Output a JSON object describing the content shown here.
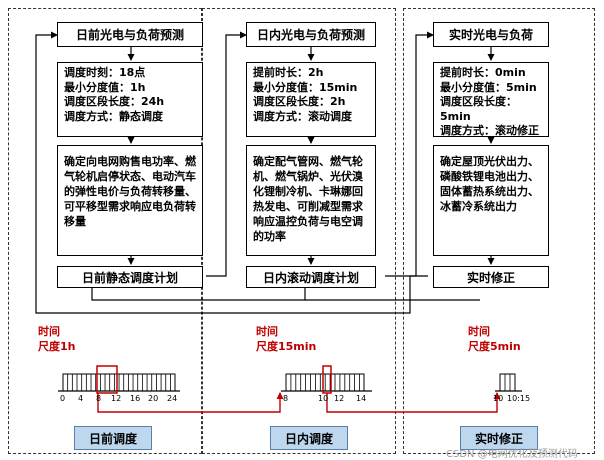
{
  "panels": [
    {
      "header": "日前光电与负荷预测",
      "params": [
        "调度时刻：18点",
        "最小分度值：1h",
        "调度区段长度：24h",
        "调度方式：静态调度"
      ],
      "desc": "确定向电网购售电功率、燃气轮机启停状态、电动汽车的弹性电价与负荷转移量、可平移型需求响应电负荷转移量",
      "plan": "日前静态调度计划",
      "time_label": [
        "时间",
        "尺度1h"
      ],
      "ticks": [
        "0",
        "4",
        "8",
        "12",
        "16",
        "20",
        "24"
      ],
      "footer": "日前调度"
    },
    {
      "header": "日内光电与负荷预测",
      "params": [
        "提前时长：2h",
        "最小分度值：15min",
        "调度区段长度：2h",
        "调度方式：滚动调度"
      ],
      "desc": "确定配气管网、燃气轮机、燃气锅炉、光伏溴化锂制冷机、卡琳娜回热发电、可削减型需求响应温控负荷与电空调的功率",
      "plan": "日内滚动调度计划",
      "time_label": [
        "时间",
        "尺度15min"
      ],
      "ticks": [
        "8",
        "10",
        "12",
        "14"
      ],
      "footer": "日内调度"
    },
    {
      "header": "实时光电与负荷",
      "params": [
        "提前时长：0min",
        "最小分度值：5min",
        "调度区段长度：5min",
        "调度方式：滚动修正"
      ],
      "desc": "确定屋顶光伏出力、磷酸铁锂电池出力、固体蓄热系统出力、冰蓄冷系统出力",
      "plan": "实时修正",
      "time_label": [
        "时间",
        "尺度5min"
      ],
      "ticks": [
        "10",
        "10:15"
      ],
      "footer": "实时修正"
    }
  ],
  "watermark": "CSDN @电网优化及预测代码"
}
